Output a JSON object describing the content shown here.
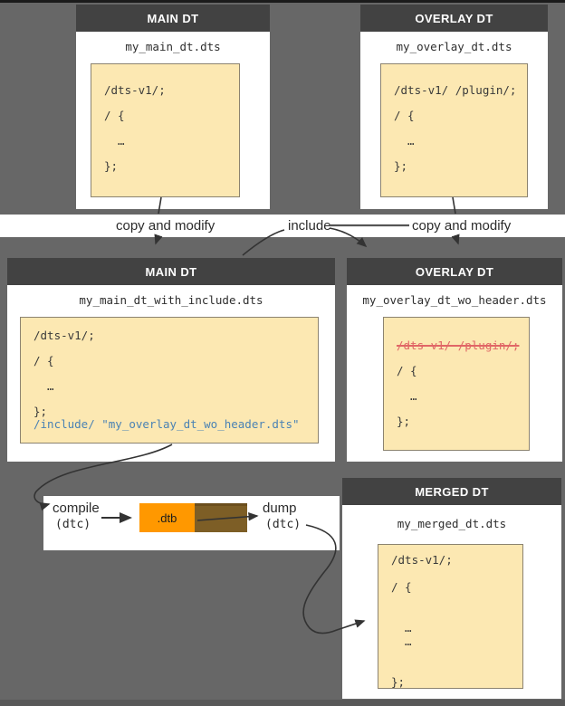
{
  "colors": {
    "background": "#676767",
    "box_header": "#424242",
    "code_background": "#fce8b2",
    "include_blue": "#4a82b4",
    "strike_red": "#e06666",
    "dtb_orange": "#ff9800",
    "brown_block": "#7d5e26"
  },
  "boxes": {
    "top_left": {
      "title": "MAIN DT",
      "filename": "my_main_dt.dts",
      "code": [
        "/dts-v1/;",
        "",
        "/ {",
        "",
        "  …",
        "",
        "};"
      ]
    },
    "top_right": {
      "title": "OVERLAY DT",
      "filename": "my_overlay_dt.dts",
      "code": [
        "/dts-v1/ /plugin/;",
        "",
        "/ {",
        "",
        "  …",
        "",
        "};"
      ]
    },
    "mid_left": {
      "title": "MAIN DT",
      "filename": "my_main_dt_with_include.dts",
      "code": [
        "/dts-v1/;",
        "",
        "/ {",
        "",
        "  …",
        "",
        "};",
        {
          "t": "/include/ \"my_overlay_dt_wo_header.dts\"",
          "c": "blue"
        }
      ]
    },
    "mid_right": {
      "title": "OVERLAY DT",
      "filename": "my_overlay_dt_wo_header.dts",
      "code": [
        {
          "t": "/dts-v1/ /plugin/;",
          "c": "strike"
        },
        "",
        "/ {",
        "",
        "  …",
        "",
        "};"
      ]
    },
    "merged": {
      "title": "MERGED DT",
      "filename": "my_merged_dt.dts",
      "code": [
        "/dts-v1/;",
        "",
        "/ {",
        "",
        "",
        "  …",
        "  …",
        "",
        "",
        "};"
      ]
    }
  },
  "labels": {
    "copy_modify_left": "copy and modify",
    "include": "include",
    "copy_modify_right": "copy and modify",
    "compile": "compile",
    "compile_tool": "(dtc)",
    "dump": "dump",
    "dump_tool": "(dtc)",
    "dtb": ".dtb"
  }
}
